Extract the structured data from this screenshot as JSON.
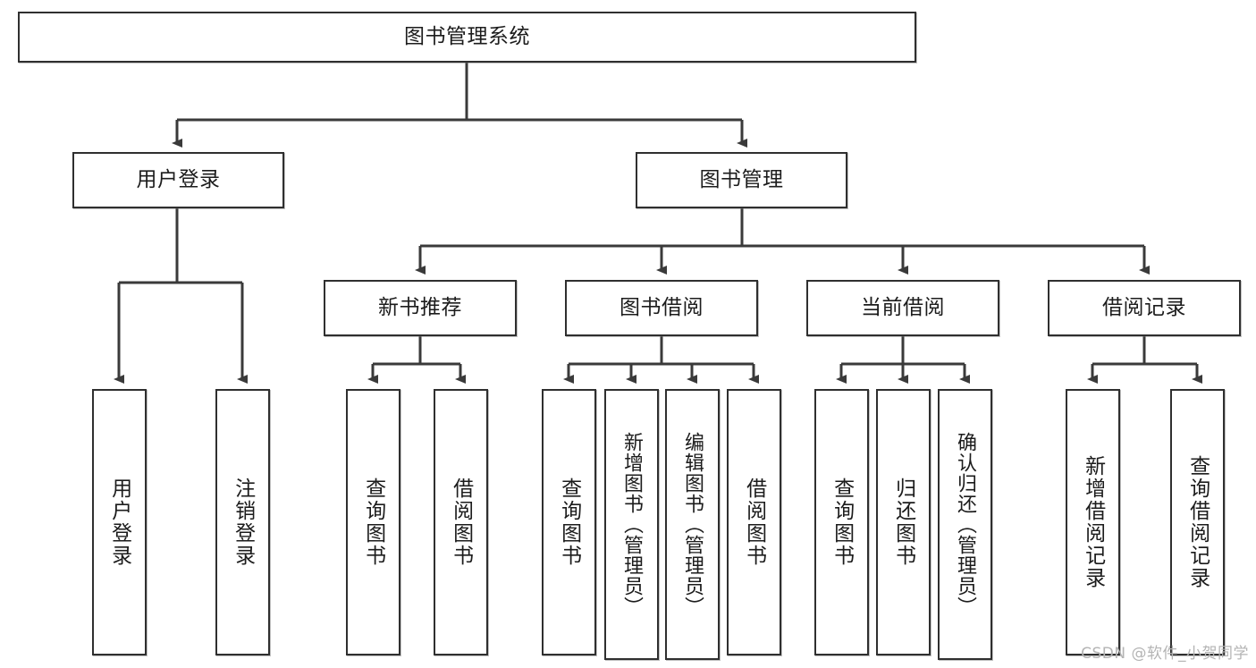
{
  "diagram": {
    "title": "图书管理系统",
    "type": "tree-hierarchy-diagram",
    "colors": {
      "box_border": "#2f2f2f",
      "box_fill": "#ffffff",
      "connector": "#3a3a3a",
      "text": "#1c1c1c",
      "watermark": "#b4b4b4",
      "background": "#ffffff"
    },
    "root": {
      "label": "图书管理系统"
    },
    "level2": [
      {
        "id": "user-login",
        "label": "用户登录"
      },
      {
        "id": "book-manage",
        "label": "图书管理"
      }
    ],
    "level3": [
      {
        "id": "new-book-recommend",
        "label": "新书推荐"
      },
      {
        "id": "book-borrow",
        "label": "图书借阅"
      },
      {
        "id": "current-borrow",
        "label": "当前借阅"
      },
      {
        "id": "borrow-record",
        "label": "借阅记录"
      }
    ],
    "leaves": {
      "user_login": [
        {
          "id": "leaf-user-login",
          "label": "用户登录"
        },
        {
          "id": "leaf-logout-login",
          "label": "注销登录"
        }
      ],
      "new_book_recommend": [
        {
          "id": "leaf-query-book-1",
          "label": "查询图书"
        },
        {
          "id": "leaf-borrow-book-1",
          "label": "借阅图书"
        }
      ],
      "book_borrow": [
        {
          "id": "leaf-query-book-2",
          "label": "查询图书"
        },
        {
          "id": "leaf-add-book",
          "label": "新增图书（管理员）"
        },
        {
          "id": "leaf-edit-book",
          "label": "编辑图书（管理员）"
        },
        {
          "id": "leaf-borrow-book-2",
          "label": "借阅图书"
        }
      ],
      "current_borrow": [
        {
          "id": "leaf-query-book-3",
          "label": "查询图书"
        },
        {
          "id": "leaf-return-book",
          "label": "归还图书"
        },
        {
          "id": "leaf-confirm-return",
          "label": "确认归还（管理员）"
        }
      ],
      "borrow_record": [
        {
          "id": "leaf-add-record",
          "label": "新增借阅记录"
        },
        {
          "id": "leaf-query-record",
          "label": "查询借阅记录"
        }
      ]
    }
  },
  "watermark": {
    "text": "CSDN @软件_小贺同学"
  }
}
